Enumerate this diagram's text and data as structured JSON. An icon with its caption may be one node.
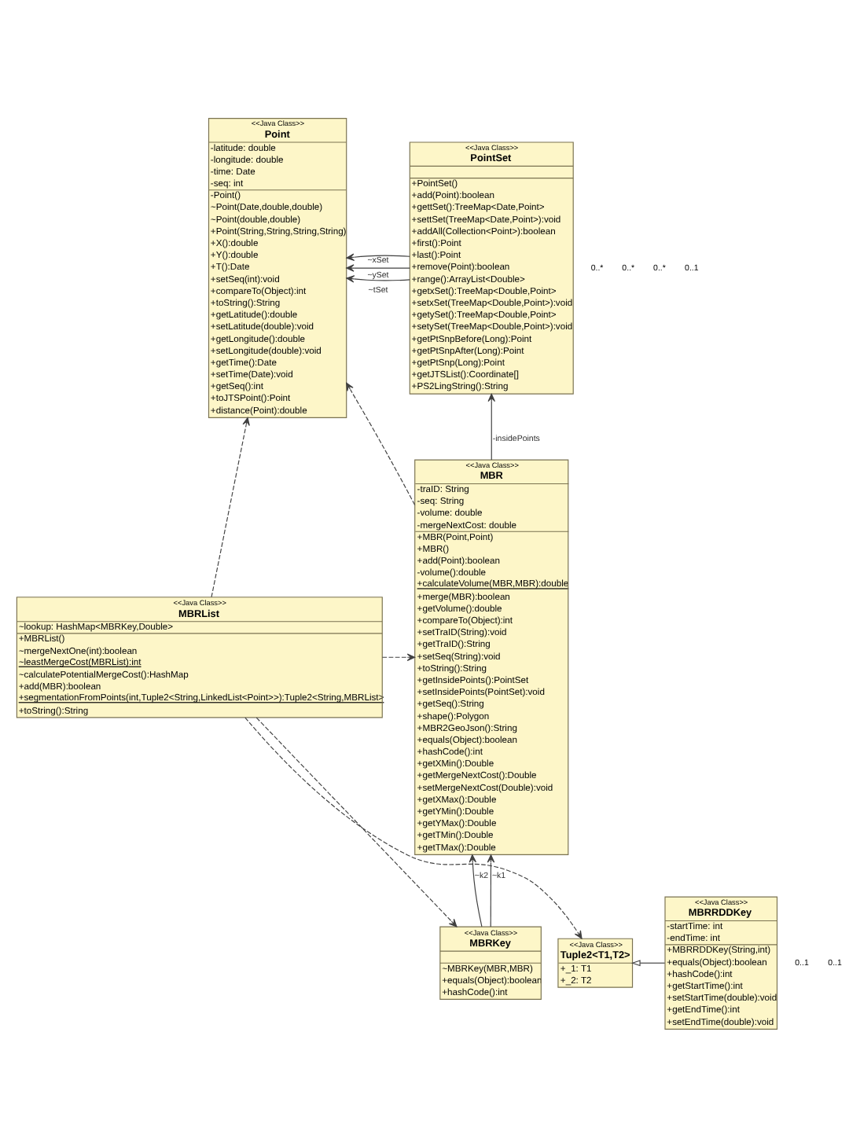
{
  "diagram": {
    "nodes": [
      {
        "text": [
          "<<Java Class>>",
          "Point",
          "-latitude: double",
          "-longitude: double",
          "-time: Date",
          "-seq: int",
          "-Point()",
          "~Point(Date,double,double)",
          "~Point(double,double)",
          "+Point(String,String,String,String)",
          "+X():double",
          "+Y():double",
          "+T():Date",
          "+setSeq(int):void",
          "+compareTo(Object):int",
          "+toString():String",
          "+getLatitude():double",
          "+setLatitude(double):void",
          "+getLongitude():double",
          "+setLongitude(double):void",
          "+getTime():Date",
          "+setTime(Date):void",
          "+getSeq():int",
          "+toJTSPoint():Point",
          "+distance(Point):double"
        ]
      },
      {
        "text": [
          "<<Java Class>>",
          "PointSet",
          "+PointSet()",
          "+add(Point):boolean",
          "+gettSet():TreeMap<Date,Point>",
          "+settSet(TreeMap<Date,Point>):void",
          "+addAll(Collection<Point>):boolean",
          "+first():Point",
          "+last():Point",
          "+remove(Point):boolean",
          "+range():ArrayList<Double>",
          "+getxSet():TreeMap<Double,Point>",
          "+setxSet(TreeMap<Double,Point>):void",
          "+getySet():TreeMap<Double,Point>",
          "+setySet(TreeMap<Double,Point>):void",
          "+getPtSnpBefore(Long):Point",
          "+getPtSnpAfter(Long):Point",
          "+getPtSnp(Long):Point",
          "+getJTSList():Coordinate[]",
          "+PS2LingString():String"
        ]
      },
      {
        "text": [
          "<<Java Class>>",
          "MBR",
          "-traID: String",
          "-seq: String",
          "-volume: double",
          "-mergeNextCost: double",
          "+MBR(Point,Point)",
          "+MBR()",
          "+add(Point):boolean",
          "-volume():double",
          "+calculateVolume(MBR,MBR):double",
          "+merge(MBR):boolean",
          "+getVolume():double",
          "+compareTo(Object):int",
          "+setTraID(String):void",
          "+getTraID():String",
          "+setSeq(String):void",
          "+toString():String",
          "+getInsidePoints():PointSet",
          "+setInsidePoints(PointSet):void",
          "+getSeq():String",
          "+shape():Polygon",
          "+MBR2GeoJson():String",
          "+equals(Object):boolean",
          "+hashCode():int",
          "+getXMin():Double",
          "+getMergeNextCost():Double",
          "+setMergeNextCost(Double):void",
          "+getXMax():Double",
          "+getYMin():Double",
          "+getYMax():Double",
          "+getTMin():Double",
          "+getTMax():Double"
        ]
      },
      {
        "text": [
          "<<Java Class>>",
          "MBRList",
          "~lookup: HashMap<MBRKey,Double>",
          "+MBRList()",
          "~mergeNextOne(int):boolean",
          "~leastMergeCost(MBRList):int",
          "~calculatePotentialMergeCost():HashMap",
          "+add(MBR):boolean",
          "+segmentationFromPoints(int,Tuple2<String,LinkedList<Point>>):Tuple2<String,MBRList>",
          "+toString():String"
        ]
      },
      {
        "text": [
          "<<Java Class>>",
          "MBRKey",
          "~MBRKey(MBR,MBR)",
          "+equals(Object):boolean",
          "+hashCode():int"
        ]
      },
      {
        "text": [
          "<<Java Class>>",
          "MBRRDDKey",
          "-startTime: int",
          "-endTime: int",
          "+MBRRDDKey(String,int)",
          "+equals(Object):boolean",
          "+hashCode():int",
          "+getStartTime():int",
          "+setStartTime(double):void",
          "+getEndTime():int",
          "+setEndTime(double):void"
        ]
      },
      {
        "text": [
          "<<Java Class>>",
          "Tuple2<T1,T2>",
          "+_1: T1",
          "+_2: T2"
        ]
      }
    ],
    "edges": [
      {
        "from": 1,
        "to": 0,
        "arrow": "to",
        "label": "~ySet"
      },
      {
        "from": 1,
        "to": 0,
        "arrow": "to",
        "label": "~xSet"
      },
      {
        "from": 1,
        "to": 0,
        "arrow": "to",
        "label": "~tSet"
      },
      {
        "from": 2,
        "to": 1,
        "arrow": "to",
        "label": "-insidePoints"
      },
      {
        "from": 2,
        "to": 0,
        "arrow": "to",
        "style": "dashed"
      },
      {
        "from": 3,
        "to": 0,
        "arrow": "to",
        "style": "dashed"
      },
      {
        "from": 3,
        "to": 2,
        "arrow": "to",
        "style": "dashed"
      },
      {
        "from": 3,
        "to": 4,
        "arrow": "to",
        "style": "dashed"
      },
      {
        "from": 3,
        "to": 6,
        "arrow": "to",
        "style": "dashed"
      },
      {
        "from": 4,
        "to": 2,
        "arrow": "to",
        "label": "~k2"
      },
      {
        "from": 4,
        "to": 2,
        "arrow": "to",
        "label": "~k1"
      },
      {
        "from": 5,
        "to": 6,
        "arrow": "to"
      }
    ],
    "labels": [
      "0..*",
      "0..*",
      "0..*",
      "0..1",
      "0..1",
      "0..1"
    ]
  }
}
